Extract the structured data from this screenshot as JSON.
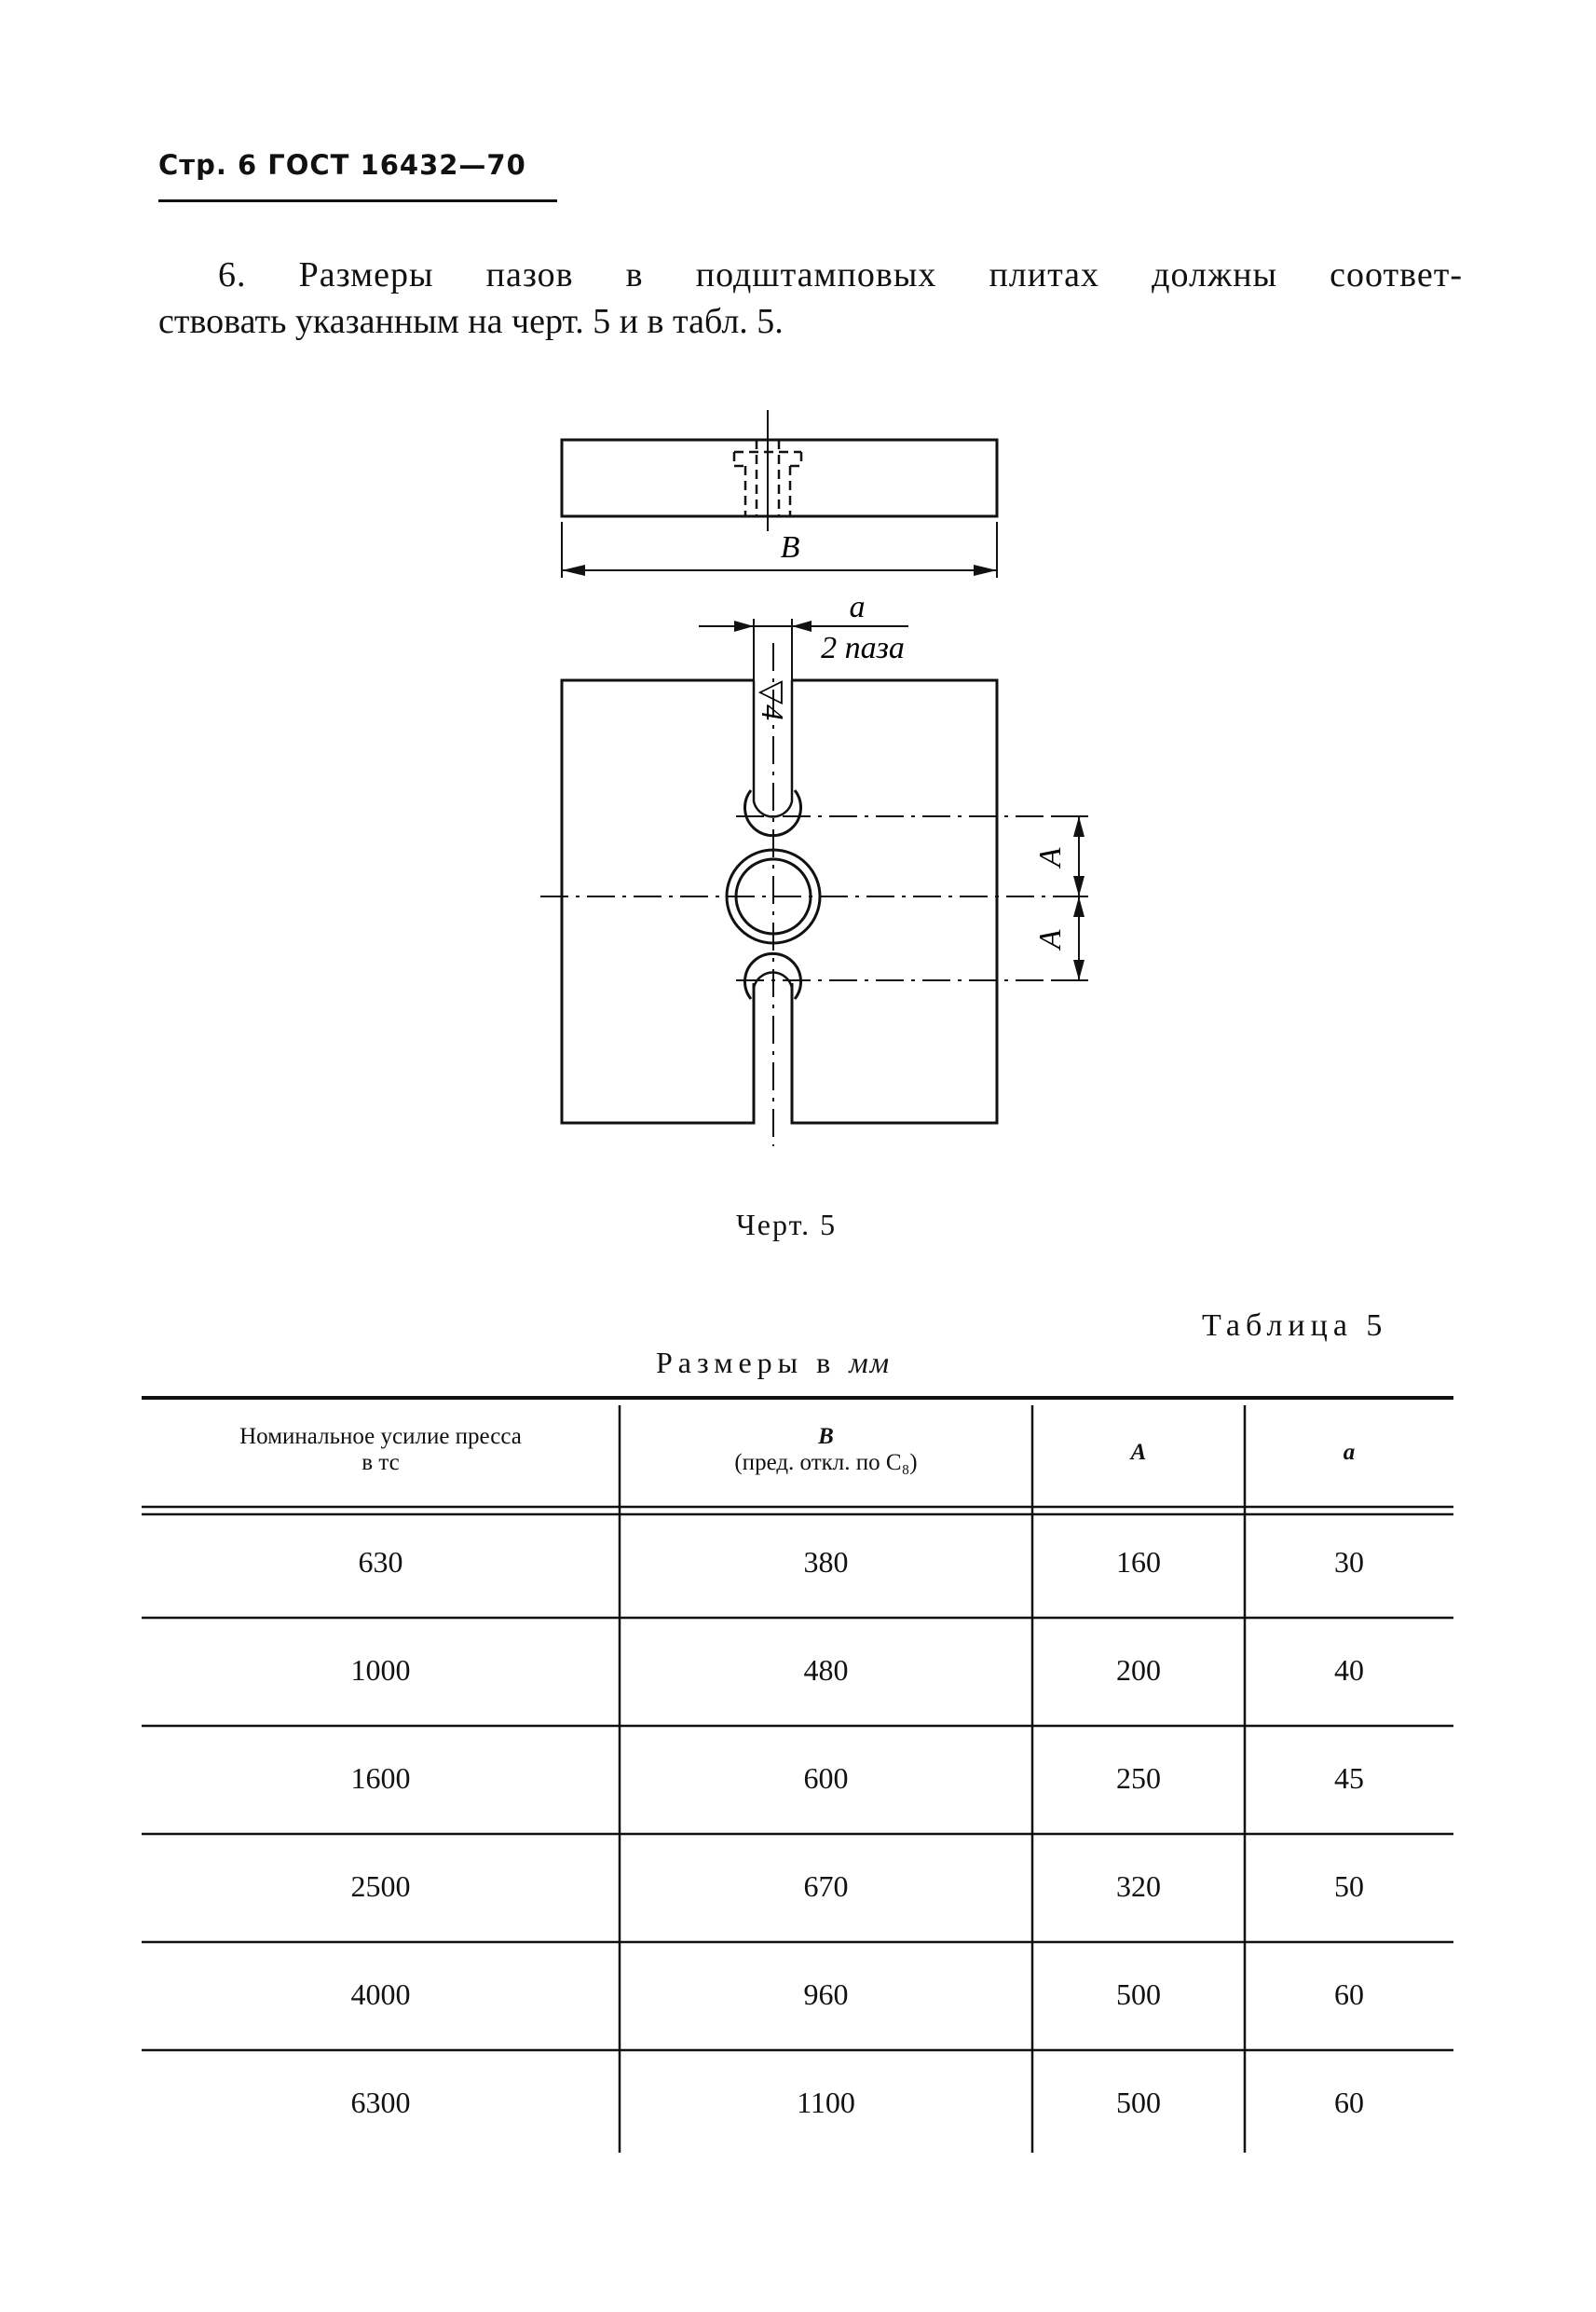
{
  "header": {
    "text": "Стр. 6 ГОСТ 16432—70"
  },
  "paragraph": {
    "line1": "6. Размеры пазов в подштамповых плитах должны соответ-",
    "line2": "ствовать указанным на черт. 5 и в табл. 5."
  },
  "drawing": {
    "label_B": "B",
    "label_a": "a",
    "label_slots": "2 паза",
    "label_A_upper": "A",
    "label_A_lower": "A",
    "roughness": "▽4"
  },
  "caption": "Черт. 5",
  "table_title": "Таблица 5",
  "units": {
    "prefix": "Размеры в",
    "unit": "мм"
  },
  "table": {
    "headers": [
      {
        "line1": "Номинальное усилие пресса",
        "line2": "в тс"
      },
      {
        "line1": "B",
        "line2": "(пред. откл. по C₈)"
      },
      {
        "line1": "A",
        "line2": ""
      },
      {
        "line1": "a",
        "line2": ""
      }
    ],
    "rows": [
      [
        "630",
        "380",
        "160",
        "30"
      ],
      [
        "1000",
        "480",
        "200",
        "40"
      ],
      [
        "1600",
        "600",
        "250",
        "45"
      ],
      [
        "2500",
        "670",
        "320",
        "50"
      ],
      [
        "4000",
        "960",
        "500",
        "60"
      ],
      [
        "6300",
        "1100",
        "500",
        "60"
      ]
    ]
  }
}
